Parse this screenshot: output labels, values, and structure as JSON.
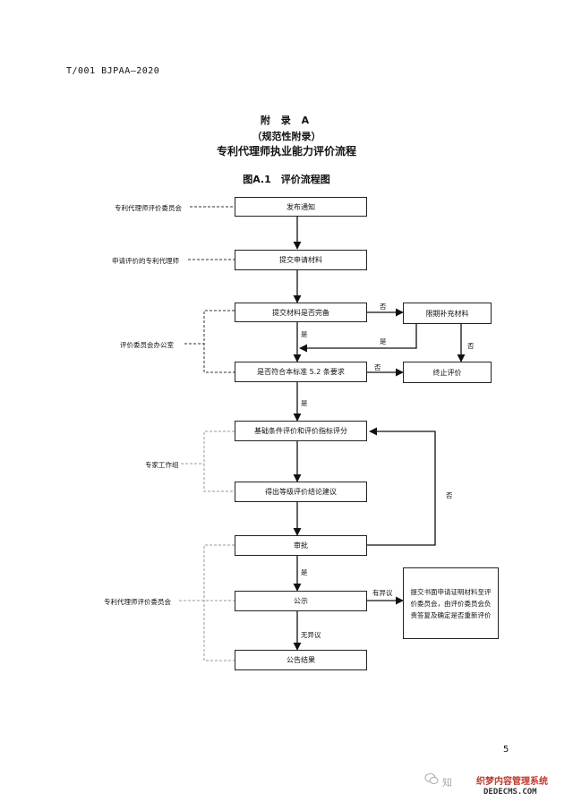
{
  "header": {
    "standard_code": "T/001 BJPAA—2020"
  },
  "titles": {
    "appendix": "附 录 A",
    "appendix_type": "（规范性附录）",
    "title": "专利代理师执业能力评价流程",
    "figure_caption": "图A.1　评价流程图"
  },
  "roles": {
    "committee_top": "专利代理师评价委员会",
    "applicant": "申请评价的专利代理师",
    "office": "评价委员会办公室",
    "expert_group": "专家工作组",
    "committee_bottom": "专利代理师评价委员会"
  },
  "boxes": {
    "publish_notice": "发布通知",
    "submit_materials": "提交申请材料",
    "check_complete": "提交材料是否完备",
    "supplement": "限期补充材料",
    "check_standard": "是否符合本标准 5.2 条要求",
    "terminate": "终止评价",
    "basic_eval": "基础条件评价和评价指标评分",
    "give_grade": "得出等级评价结论建议",
    "approval": "审批",
    "publicity": "公示",
    "announce": "公告结果",
    "objection_note": "提交书面申请证明材料至评价委员会，由评价委员会负责答复及确定是否重新评价"
  },
  "labels": {
    "no_1": "否",
    "yes_1": "是",
    "no_2": "否",
    "no_3": "否",
    "yes_2": "是",
    "no_4": "否",
    "yes_3": "是",
    "has_objection": "有异议",
    "no_objection": "无异议"
  },
  "footer": {
    "page_number": "5",
    "watermark": "知",
    "site_name": "织梦内容管理系统",
    "site_domain": "DEDECMS.COM"
  }
}
